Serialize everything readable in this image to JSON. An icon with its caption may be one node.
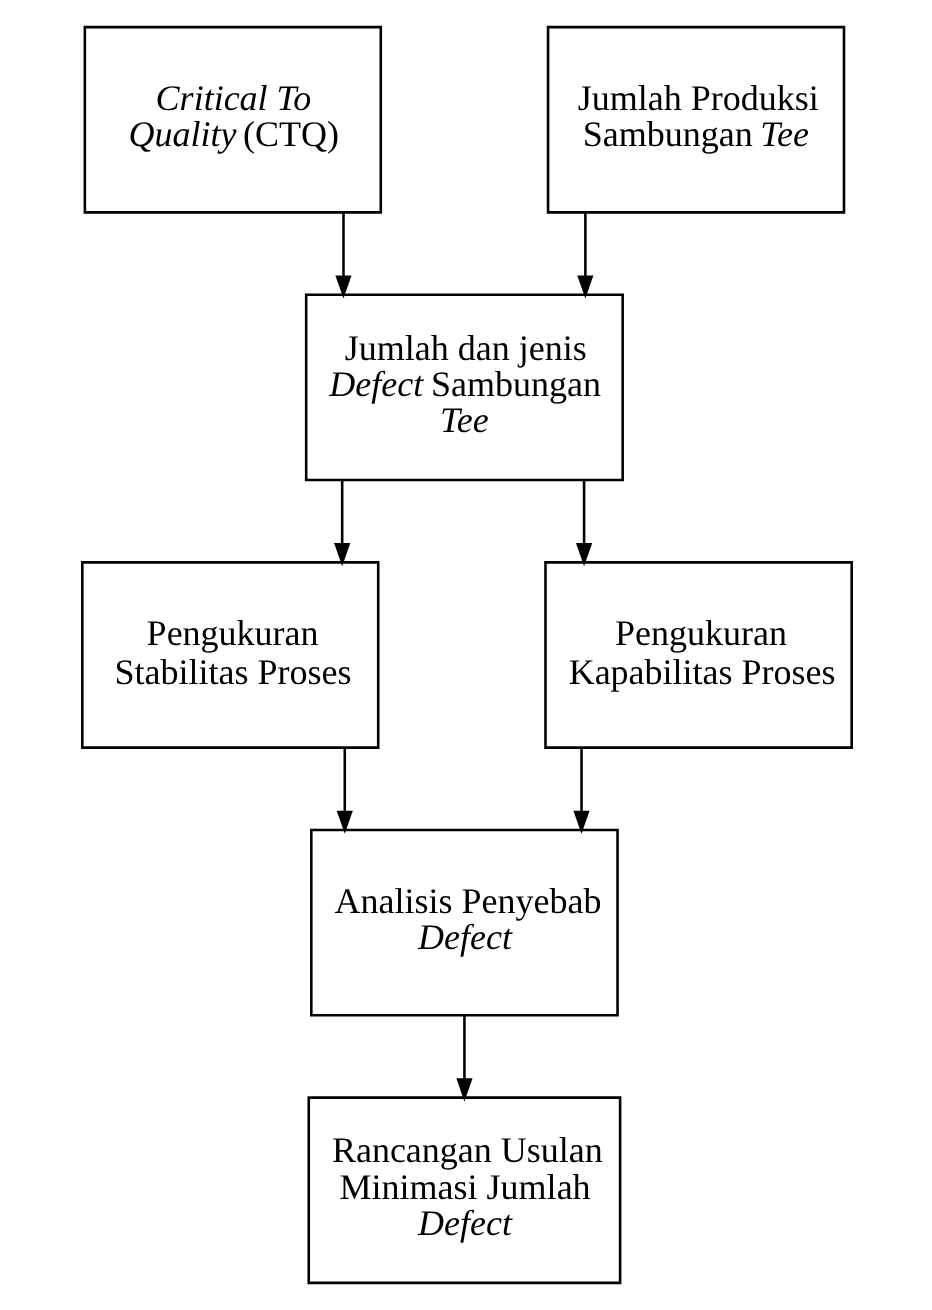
{
  "diagram": {
    "nodes": [
      {
        "text": [
          "*Critical To Quality* (CTQ)"
        ]
      },
      {
        "text": [
          "Jumlah Produksi Sambungan *Tee*"
        ]
      },
      {
        "text": [
          "Jumlah dan jenis *Defect* Sambungan *Tee*"
        ]
      },
      {
        "text": [
          "Pengukuran Stabilitas Proses"
        ]
      },
      {
        "text": [
          "Pengukuran Kapabilitas Proses"
        ]
      },
      {
        "text": [
          "Analisis Penyebab *Defect*"
        ]
      },
      {
        "text": [
          "Rancangan Usulan Minimasi Jumlah *Defect*"
        ]
      }
    ],
    "edges": [
      {
        "from": 0,
        "to": 2,
        "arrow": "to"
      },
      {
        "from": 1,
        "to": 2,
        "arrow": "to"
      },
      {
        "from": 2,
        "to": 3,
        "arrow": "to"
      },
      {
        "from": 2,
        "to": 4,
        "arrow": "to"
      },
      {
        "from": 3,
        "to": 5,
        "arrow": "to"
      },
      {
        "from": 4,
        "to": 5,
        "arrow": "to"
      },
      {
        "from": 5,
        "to": 6,
        "arrow": "to"
      }
    ]
  }
}
